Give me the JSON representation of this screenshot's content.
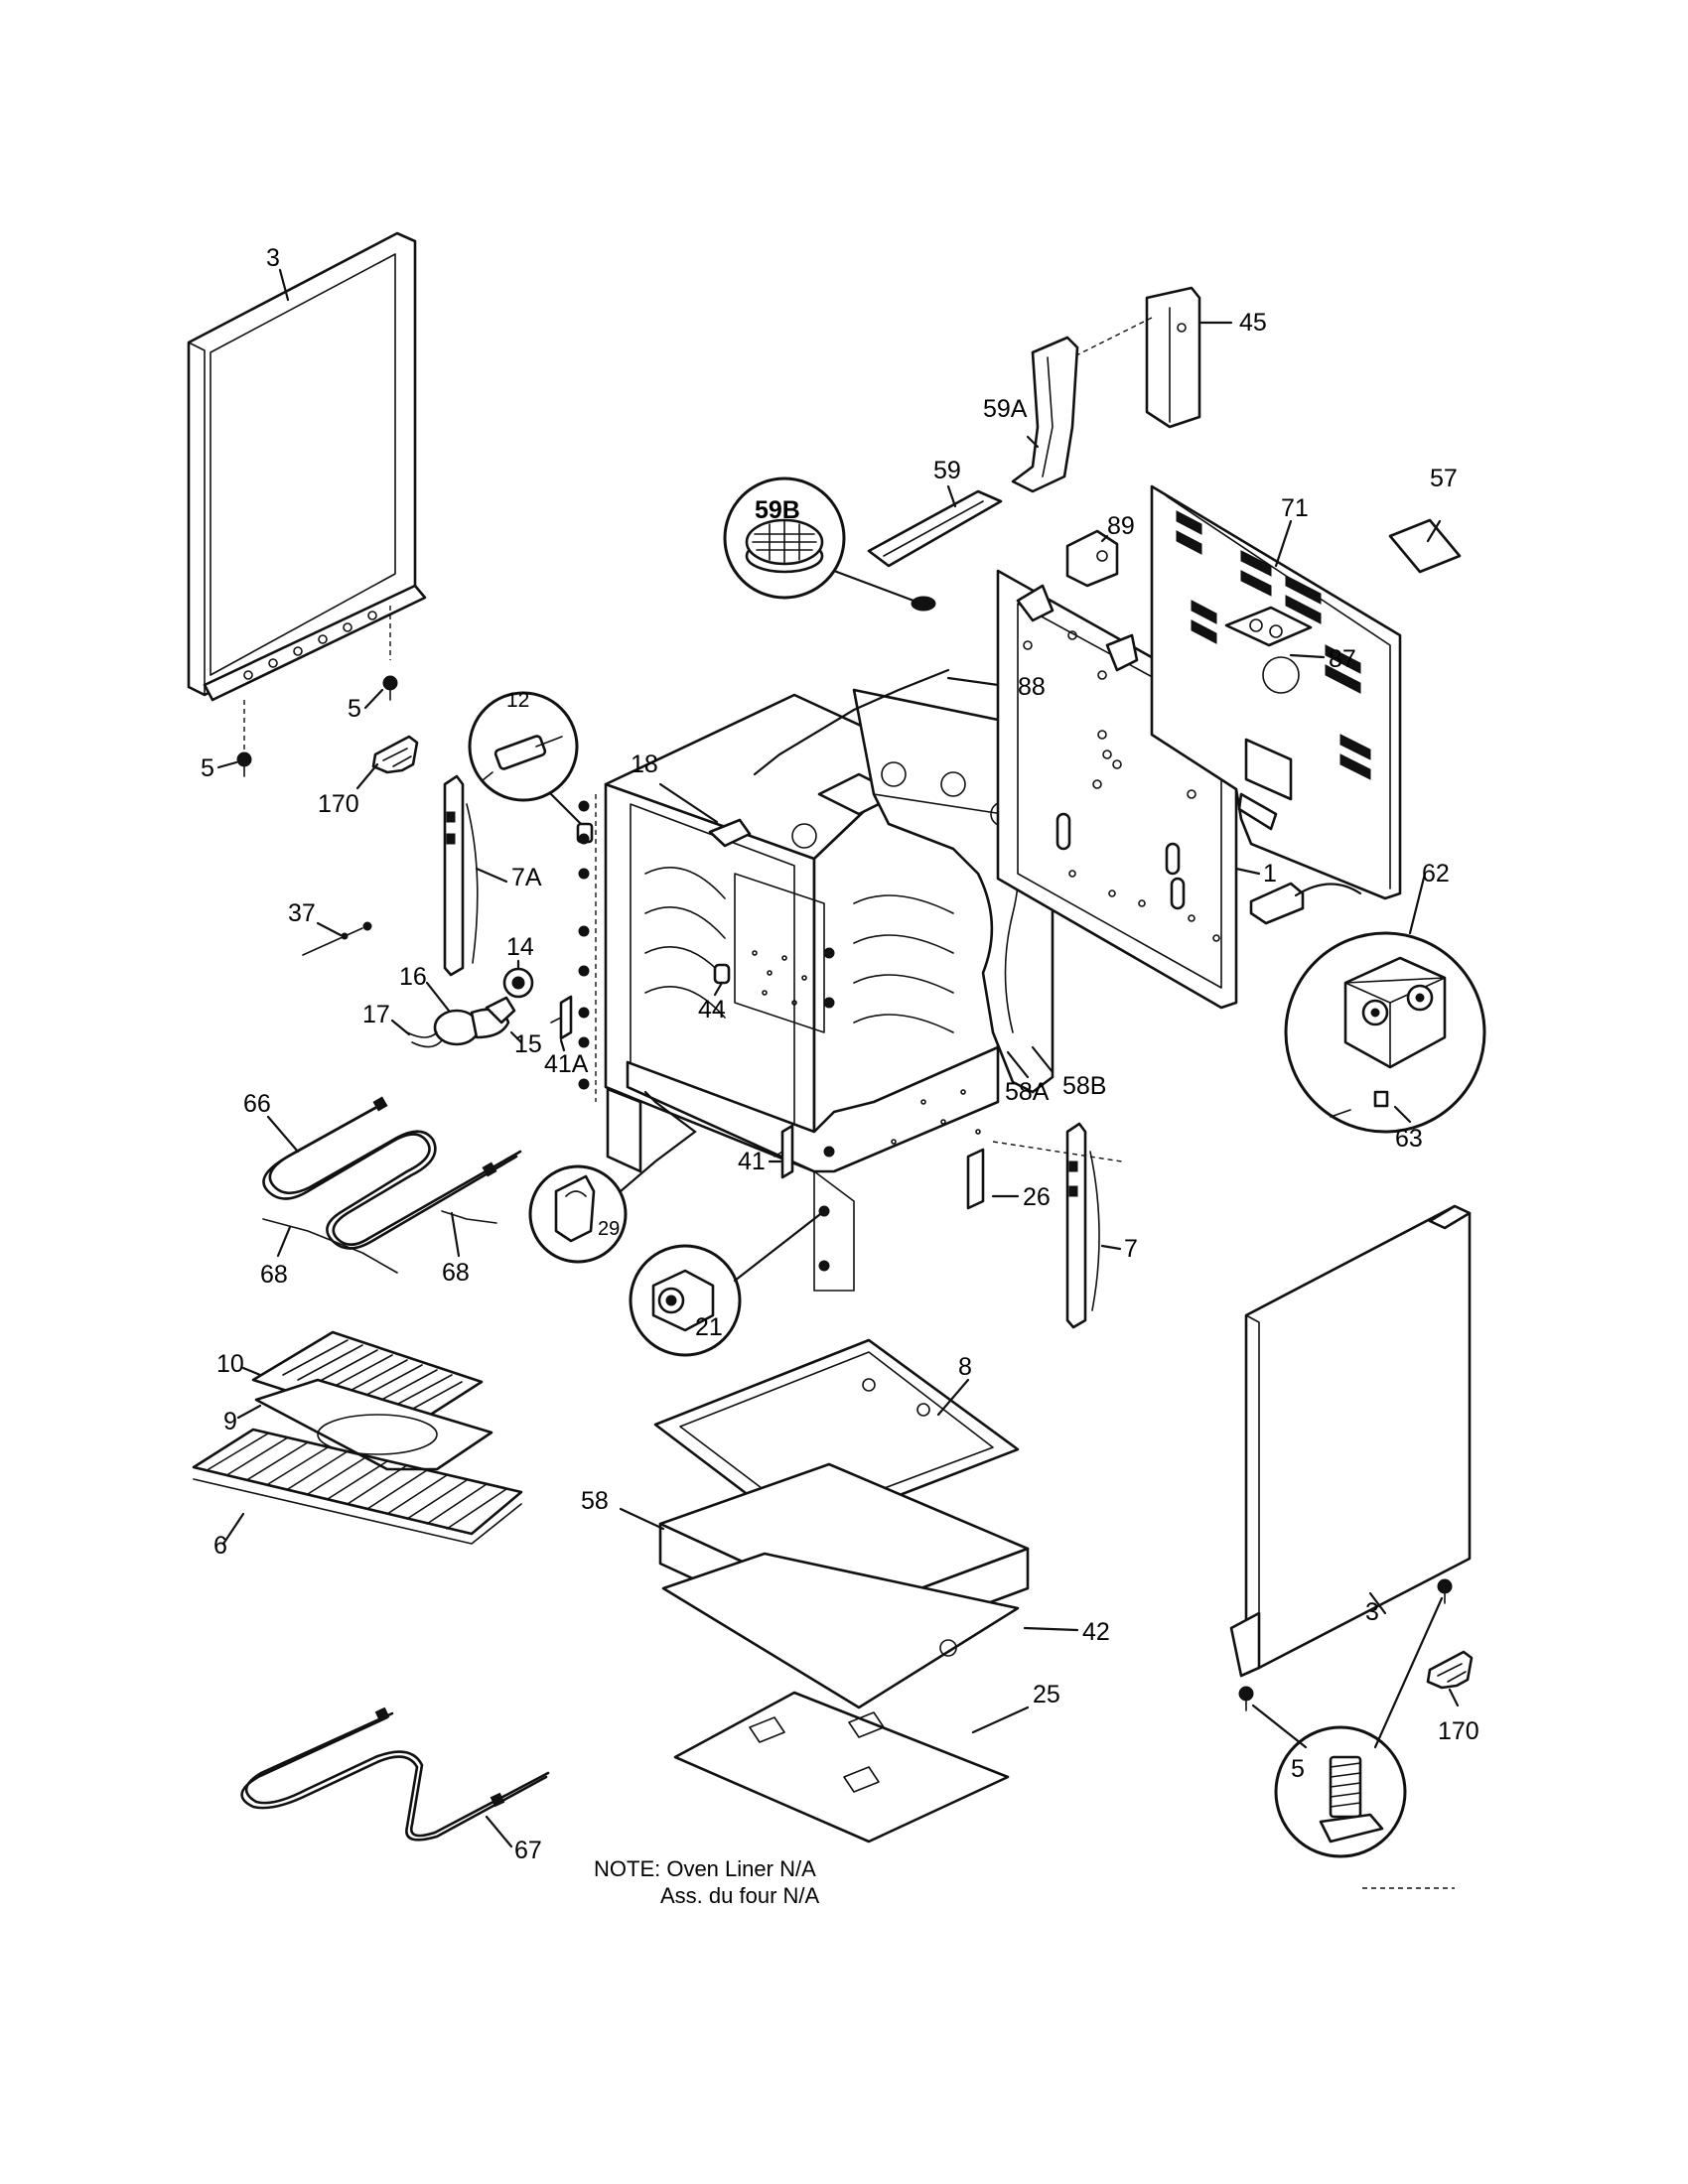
{
  "labels": {
    "l3a": "3",
    "l5a": "5",
    "l5b": "5",
    "l170a": "170",
    "l12": "12",
    "l18": "18",
    "l7a_": "7A",
    "l37": "37",
    "l14": "14",
    "l16": "16",
    "l17": "17",
    "l15": "15",
    "l41a": "41A",
    "l44": "44",
    "l66": "66",
    "l68a": "68",
    "l68b": "68",
    "l29": "29",
    "l41": "41",
    "l21": "21",
    "l26": "26",
    "l7": "7",
    "l58a": "58A",
    "l58b": "58B",
    "l45": "45",
    "l59a": "59A",
    "l59": "59",
    "l59b": "59B",
    "l89": "89",
    "l71": "71",
    "l57": "57",
    "l88": "88",
    "l87": "87",
    "l1": "1",
    "l62": "62",
    "l63": "63",
    "l10": "10",
    "l9": "9",
    "l6": "6",
    "l8": "8",
    "l58": "58",
    "l42": "42",
    "l25": "25",
    "l3b": "3",
    "l170b": "170",
    "l5c": "5",
    "l67": "67"
  },
  "note": {
    "line1": "NOTE: Oven Liner N/A",
    "line2": "Ass. du four N/A"
  }
}
